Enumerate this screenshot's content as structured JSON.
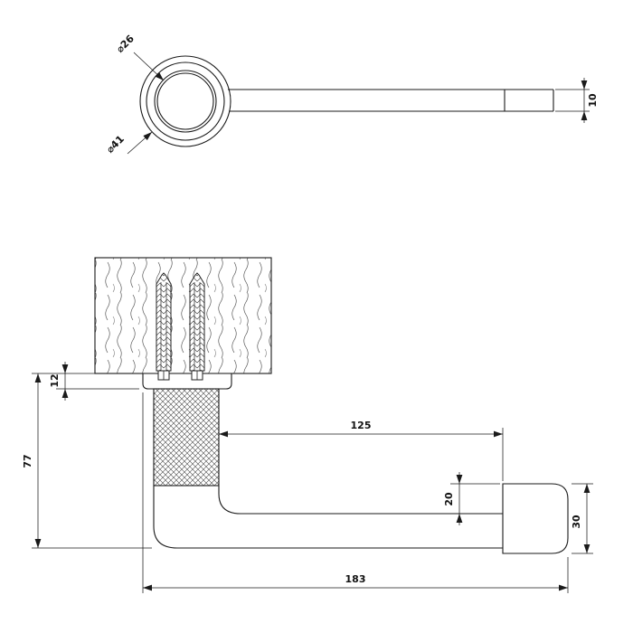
{
  "drawing": {
    "dimensions": {
      "rosette_inner_diameter": "⌀26",
      "rosette_outer_diameter": "⌀41",
      "bar_thickness": "10",
      "flange_thickness": "12",
      "overall_height": "77",
      "arm_length": "125",
      "arm_drop": "20",
      "end_piece_height": "30",
      "overall_length": "183"
    },
    "colors": {
      "line": "#1a1a1a",
      "background": "#ffffff"
    }
  }
}
